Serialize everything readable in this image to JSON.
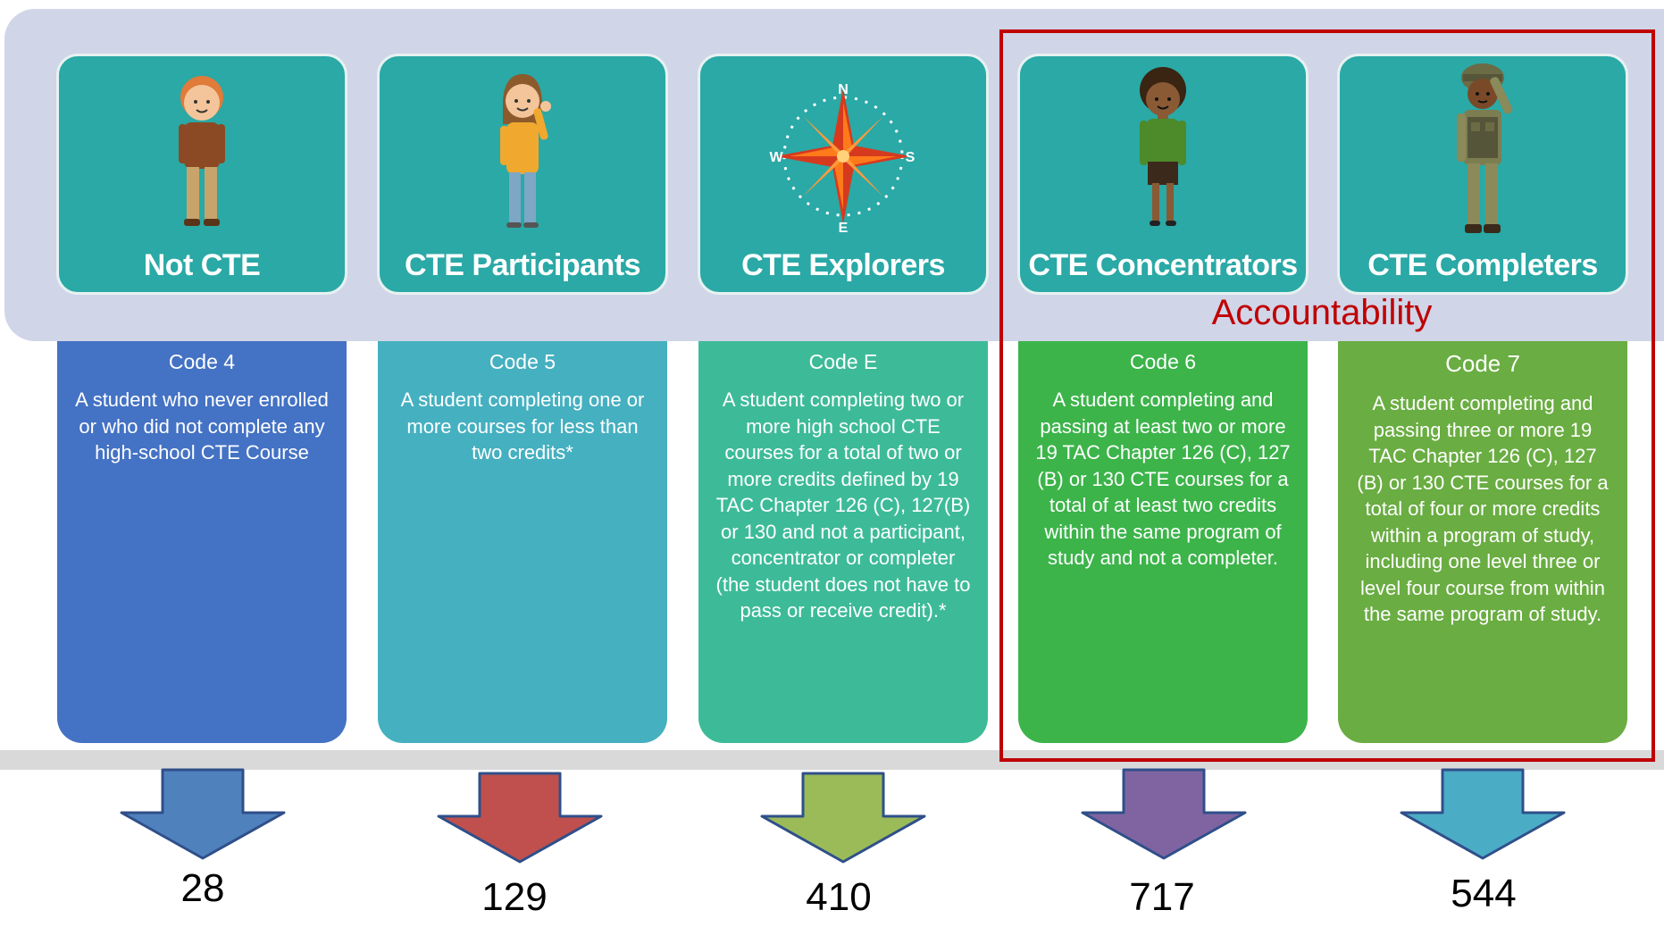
{
  "columns": [
    {
      "title": "Not CTE",
      "code": "Code 4",
      "description": "A student who never enrolled or who did not complete any high-school CTE Course",
      "count": "28",
      "desc_color": "#4472c4",
      "arrow_color": "#4f81bd",
      "figure": "boy-icon"
    },
    {
      "title": "CTE Participants",
      "code": "Code 5",
      "description": "A student completing one or more courses for less than two credits*",
      "count": "129",
      "desc_color": "#45b0c0",
      "arrow_color": "#c0504d",
      "figure": "waving-girl-icon"
    },
    {
      "title": "CTE Explorers",
      "code": "Code E",
      "description": "A student completing two or more high school CTE courses for a total of two or more credits defined by 19 TAC Chapter 126 (C), 127(B) or 130 and not a participant, concentrator or completer (the student does not have to pass or receive credit).*",
      "count": "410",
      "desc_color": "#3dbb98",
      "arrow_color": "#9bbb59",
      "figure": "compass-icon"
    },
    {
      "title": "CTE Concentrators",
      "code": "Code 6",
      "description": "A student completing and passing at least two or more 19 TAC Chapter 126 (C), 127 (B) or 130 CTE courses for a total of at least two credits within the same program of study and not a completer.",
      "count": "717",
      "desc_color": "#3cb44a",
      "arrow_color": "#8064a2",
      "figure": "woman-icon"
    },
    {
      "title": "CTE Completers",
      "code": "Code 7",
      "description": "A student completing and passing three or more 19 TAC Chapter 126 (C), 127 (B) or 130 CTE courses for a total of four or more credits within a program of study, including one level three or level four course from within the same program of study.",
      "count": "544",
      "desc_color": "#6aad42",
      "arrow_color": "#4bacc6",
      "figure": "soldier-icon"
    }
  ],
  "accountability_label": "Accountability",
  "colors": {
    "card_teal": "#2aa9a6",
    "band": "#d0d5e8",
    "accountability": "#c00000"
  },
  "compass_letters": {
    "n": "N",
    "s": "S",
    "e": "E",
    "w": "W"
  }
}
